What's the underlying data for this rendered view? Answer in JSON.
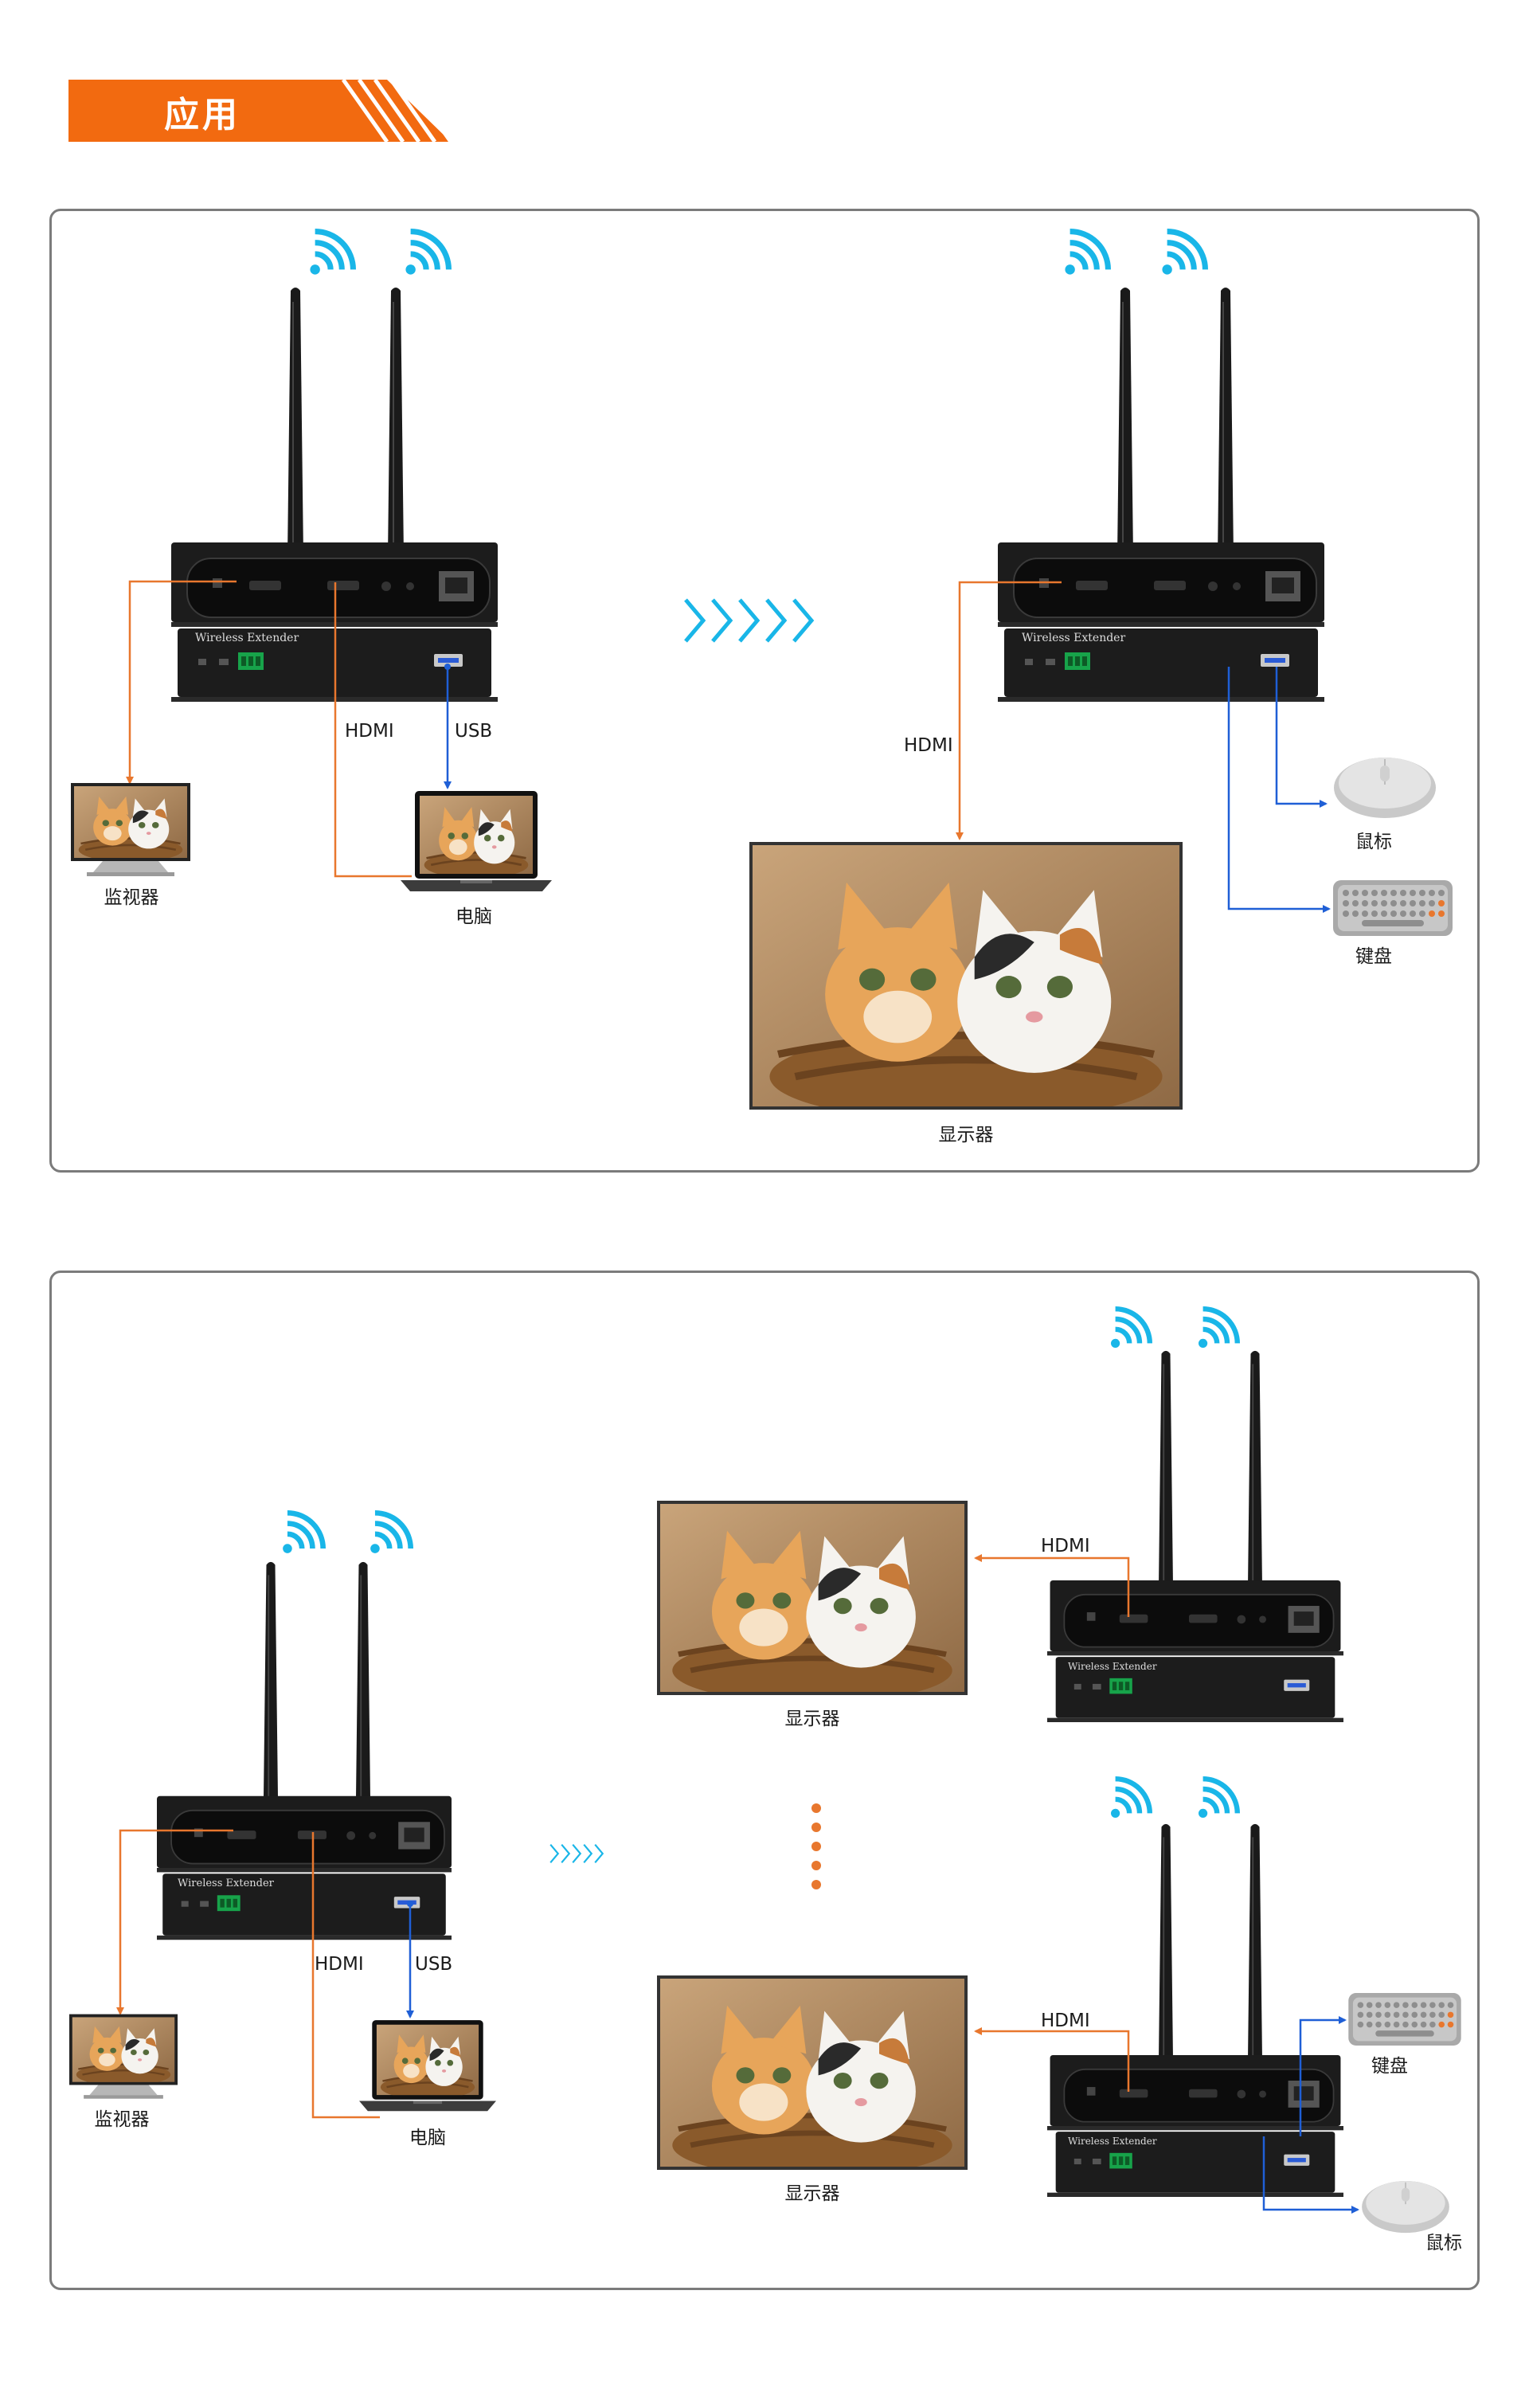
{
  "header": {
    "title": "应用",
    "accent_color": "#f26a10"
  },
  "device": {
    "brand_label": "Wireless Extender"
  },
  "panel1": {
    "labels": {
      "monitor": "监视器",
      "pc": "电脑",
      "display": "显示器",
      "mouse": "鼠标",
      "keyboard": "键盘",
      "hdmi_tx": "HDMI",
      "usb_tx": "USB",
      "hdmi_rx": "HDMI"
    }
  },
  "panel2": {
    "labels": {
      "monitor": "监视器",
      "pc": "电脑",
      "display_top": "显示器",
      "display_bottom": "显示器",
      "keyboard": "键盘",
      "mouse": "鼠标",
      "hdmi_tx": "HDMI",
      "usb_tx": "USB",
      "hdmi_rx_top": "HDMI",
      "hdmi_rx_bottom": "HDMI"
    }
  },
  "colors": {
    "hdmi_line": "#e8772e",
    "usb_line": "#1f5fd6",
    "wifi": "#19b6e8",
    "device_body": "#1c1c1c",
    "panel_border": "#7b7b7b"
  }
}
